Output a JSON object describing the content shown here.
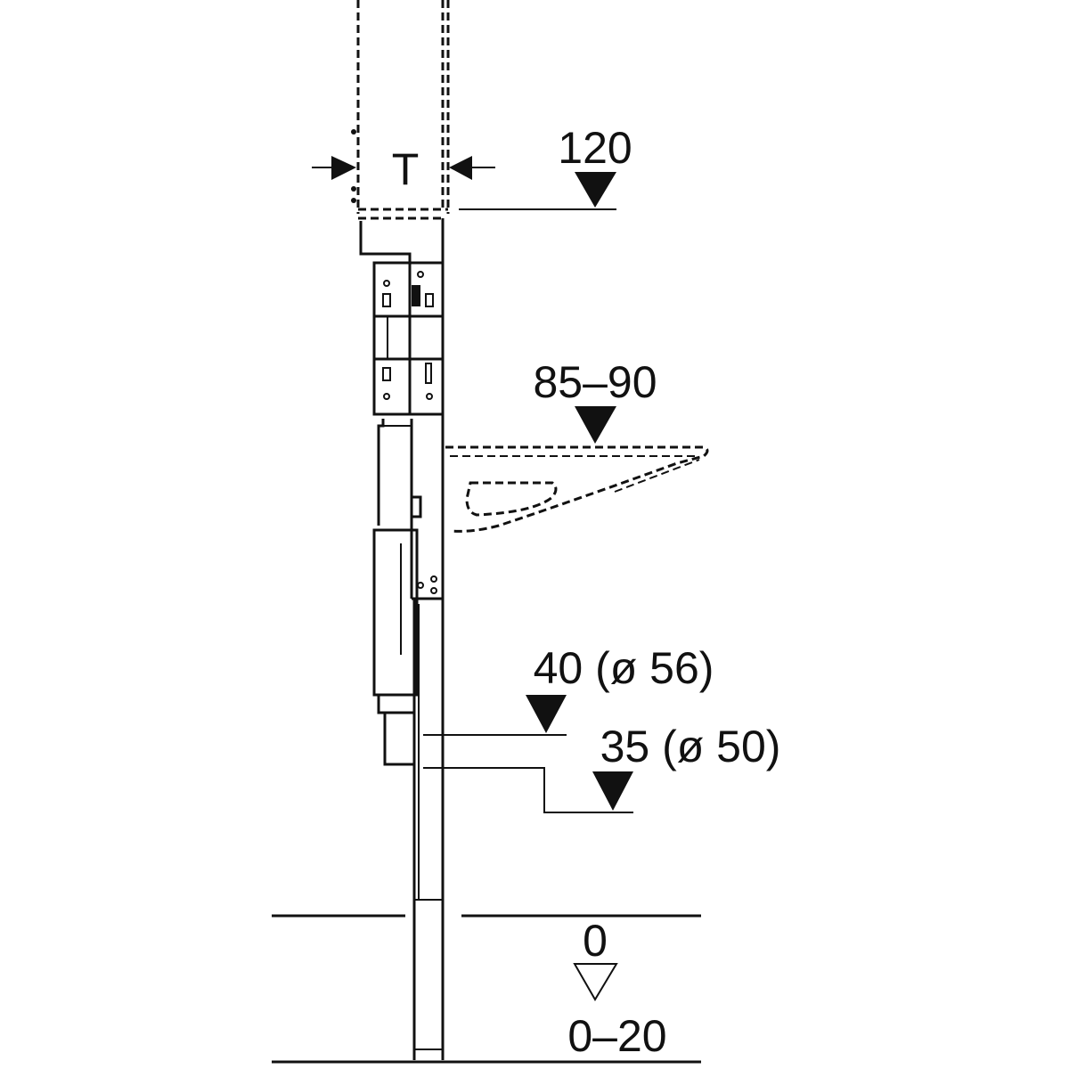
{
  "diagram": {
    "labels": {
      "depth": "T",
      "top_height": "120",
      "basin_height": "85–90",
      "drain_high": "40 (ø 56)",
      "drain_low": "35 (ø 50)",
      "floor_level": "0",
      "floor_range": "0–20"
    },
    "colors": {
      "line": "#111111",
      "background": "#ffffff"
    }
  }
}
